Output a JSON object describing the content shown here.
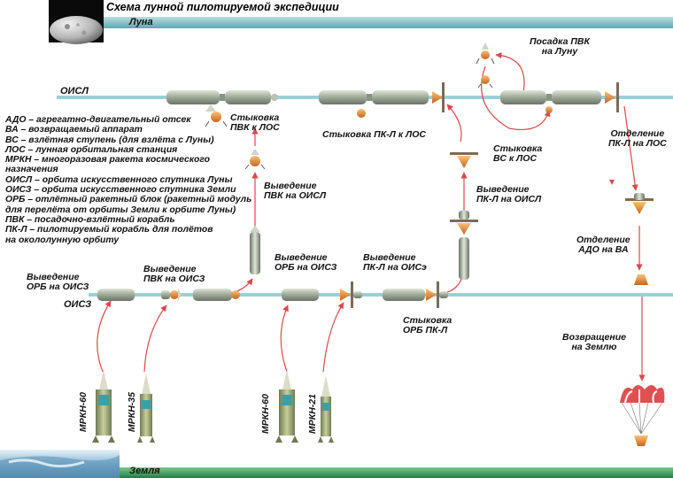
{
  "title": "Схема лунной пилотируемой экспедиции",
  "bands": {
    "moon": "Луна",
    "earth": "Земля"
  },
  "orbits": {
    "lunar": "ОИСЛ",
    "earth": "ОИСЗ"
  },
  "legend": [
    "АДО – агрегатно-двигательный отсек",
    "ВА – возвращаемый аппарат",
    "ВС – взлётная ступень (для взлёта с Луны)",
    "ЛОС – лунная орбитальная станция",
    "МРКН – многоразовая ракета космического",
    "назначения",
    "ОИСЛ – орбита искусственного спутника Луны",
    "ОИСЗ – орбита искусственного спутника Земли",
    "ОРБ – отлётный ракетный блок (ракетный модуль",
    "для перелёта от орбиты Земли к орбите Луны)",
    "ПВК – посадочно-взлётный корабль",
    "ПК-Л – пилотируемый корабль для полётов",
    "на окололунную орбиту"
  ],
  "stages": {
    "orb_to_oisz": "Выведение\nОРБ на ОИСЗ",
    "pvk_to_oisz": "Выведение\nПВК на ОИСЗ",
    "pvk_to_oisl": "Выведение\nПВК на ОИСЛ",
    "dock_pvk_los": "Стыковка\nПВК к ЛОС",
    "orb2_to_oisz": "Выведение\nОРБ на ОИСЗ",
    "pkl_to_oisz": "Выведение\nПК-Л на ОИСэ",
    "dock_orb_pkl": "Стыковка\nОРБ ПК-Л",
    "pkl_to_oisl": "Выведение\nПК-Л на ОИСЛ",
    "dock_pkl_los": "Стыковка ПК-Л к ЛОС",
    "landing_pvk": "Посадка ПВК\nна Луну",
    "dock_vs_los": "Стыковка\nВС к ЛОС",
    "sep_pkl_los": "Отделение\nПК-Л на ЛОС",
    "sep_ado_va": "Отделение\nАДО на ВА",
    "return_earth": "Возвращение\nна Землю"
  },
  "rockets": [
    "МРКН-60",
    "МРКН-35",
    "МРКН-60",
    "МРКН-21"
  ],
  "colors": {
    "moon_band": "#7fb9c3",
    "earth_band": "#2f9a57",
    "arrow": "#e06060",
    "module": "#a9b4a3",
    "capsule": "#e8862a",
    "chute": "#e05050"
  }
}
